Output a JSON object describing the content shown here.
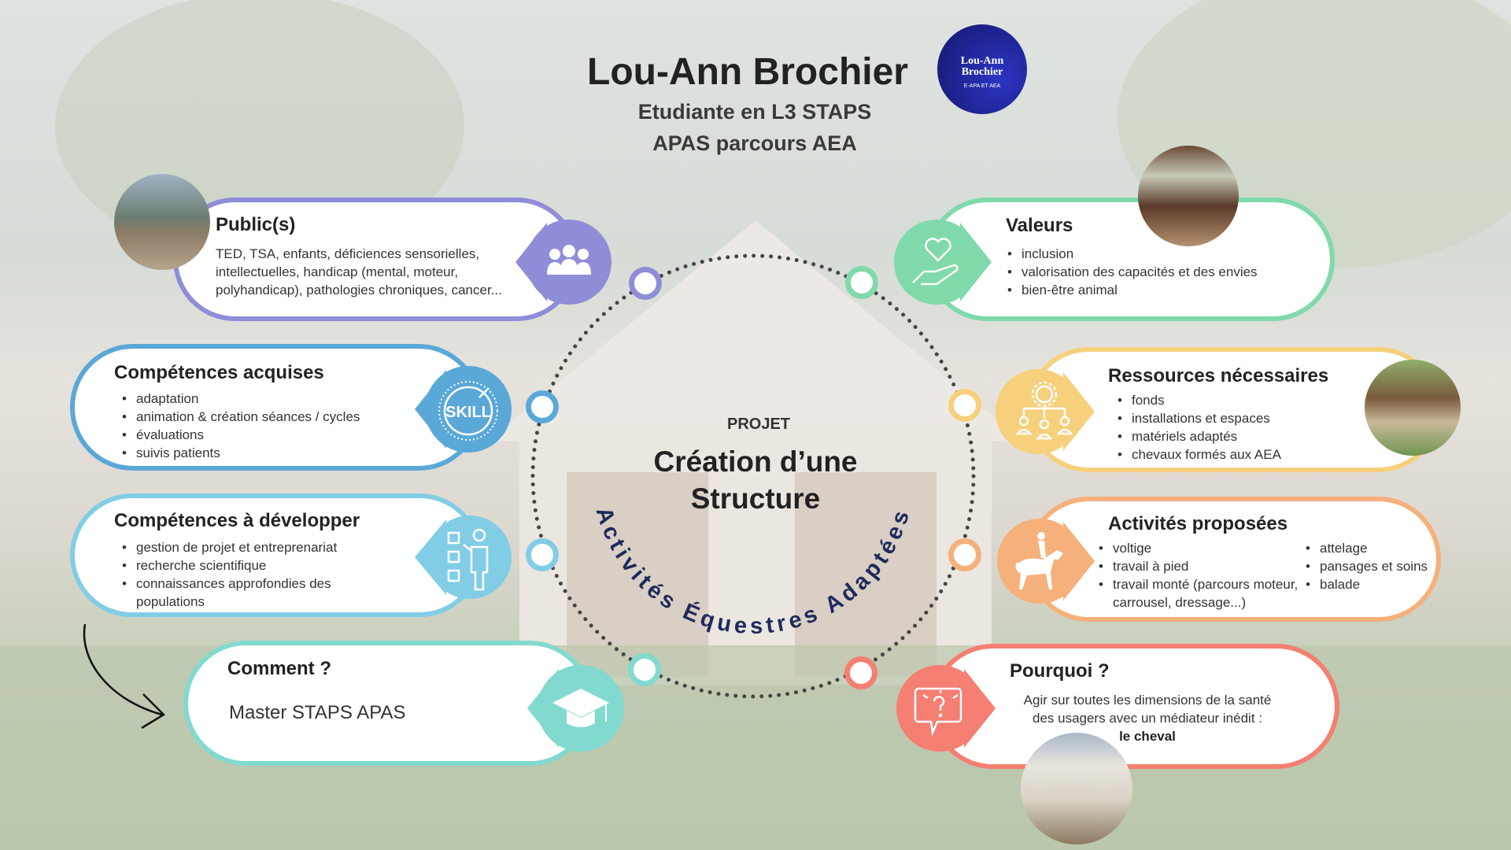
{
  "header": {
    "name": "Lou-Ann Brochier",
    "subtitle1": "Etudiante en L3 STAPS",
    "subtitle2": "APAS parcours AEA",
    "logo_text": "Lou-Ann Brochier",
    "logo_subtext": "E-APA ET AEA"
  },
  "center": {
    "label": "PROJET",
    "title1": "Création d’une",
    "title2": "Structure",
    "arc_text": "Activités Équestres Adaptées"
  },
  "cards": {
    "public": {
      "title": "Public(s)",
      "text": "TED, TSA, enfants, déficiences sensorielles, intellectuelles, handicap (mental, moteur, polyhandicap), pathologies chroniques, cancer...",
      "color": "#8f8dd8",
      "icon": "people-icon"
    },
    "acquises": {
      "title": "Compétences acquises",
      "items": [
        "adaptation",
        "animation & création séances / cycles",
        "évaluations",
        "suivis patients"
      ],
      "color": "#5aa8d8",
      "icon": "skill-icon"
    },
    "developper": {
      "title": "Compétences à développer",
      "items": [
        "gestion de projet et entreprenariat",
        "recherche scientifique",
        "connaissances approfondies des populations"
      ],
      "color": "#82cde6",
      "icon": "checklist-person-icon"
    },
    "comment": {
      "title": "Comment ?",
      "text": "Master STAPS APAS",
      "color": "#82d9cf",
      "icon": "graduation-cap-icon"
    },
    "valeurs": {
      "title": "Valeurs",
      "items": [
        "inclusion",
        "valorisation des capacités et des envies",
        "bien-être animal"
      ],
      "color": "#80d9aa",
      "icon": "heart-hand-icon"
    },
    "ressources": {
      "title": "Ressources nécessaires",
      "items": [
        "fonds",
        "installations et espaces",
        "matériels adaptés",
        "chevaux formés aux AEA"
      ],
      "color": "#f7d07c",
      "icon": "network-gear-icon"
    },
    "activites": {
      "title": "Activités proposées",
      "col1": [
        "voltige",
        "travail à pied",
        "travail monté (parcours moteur, carrousel, dressage...)"
      ],
      "col2": [
        "attelage",
        "pansages et soins",
        "balade"
      ],
      "color": "#f5b07b",
      "icon": "horse-rider-icon"
    },
    "pourquoi": {
      "title": "Pourquoi ?",
      "text1": "Agir sur toutes les dimensions de la santé",
      "text2": "des usagers avec un médiateur inédit :",
      "text3": "le cheval",
      "color": "#f47f72",
      "icon": "question-bubble-icon"
    }
  }
}
